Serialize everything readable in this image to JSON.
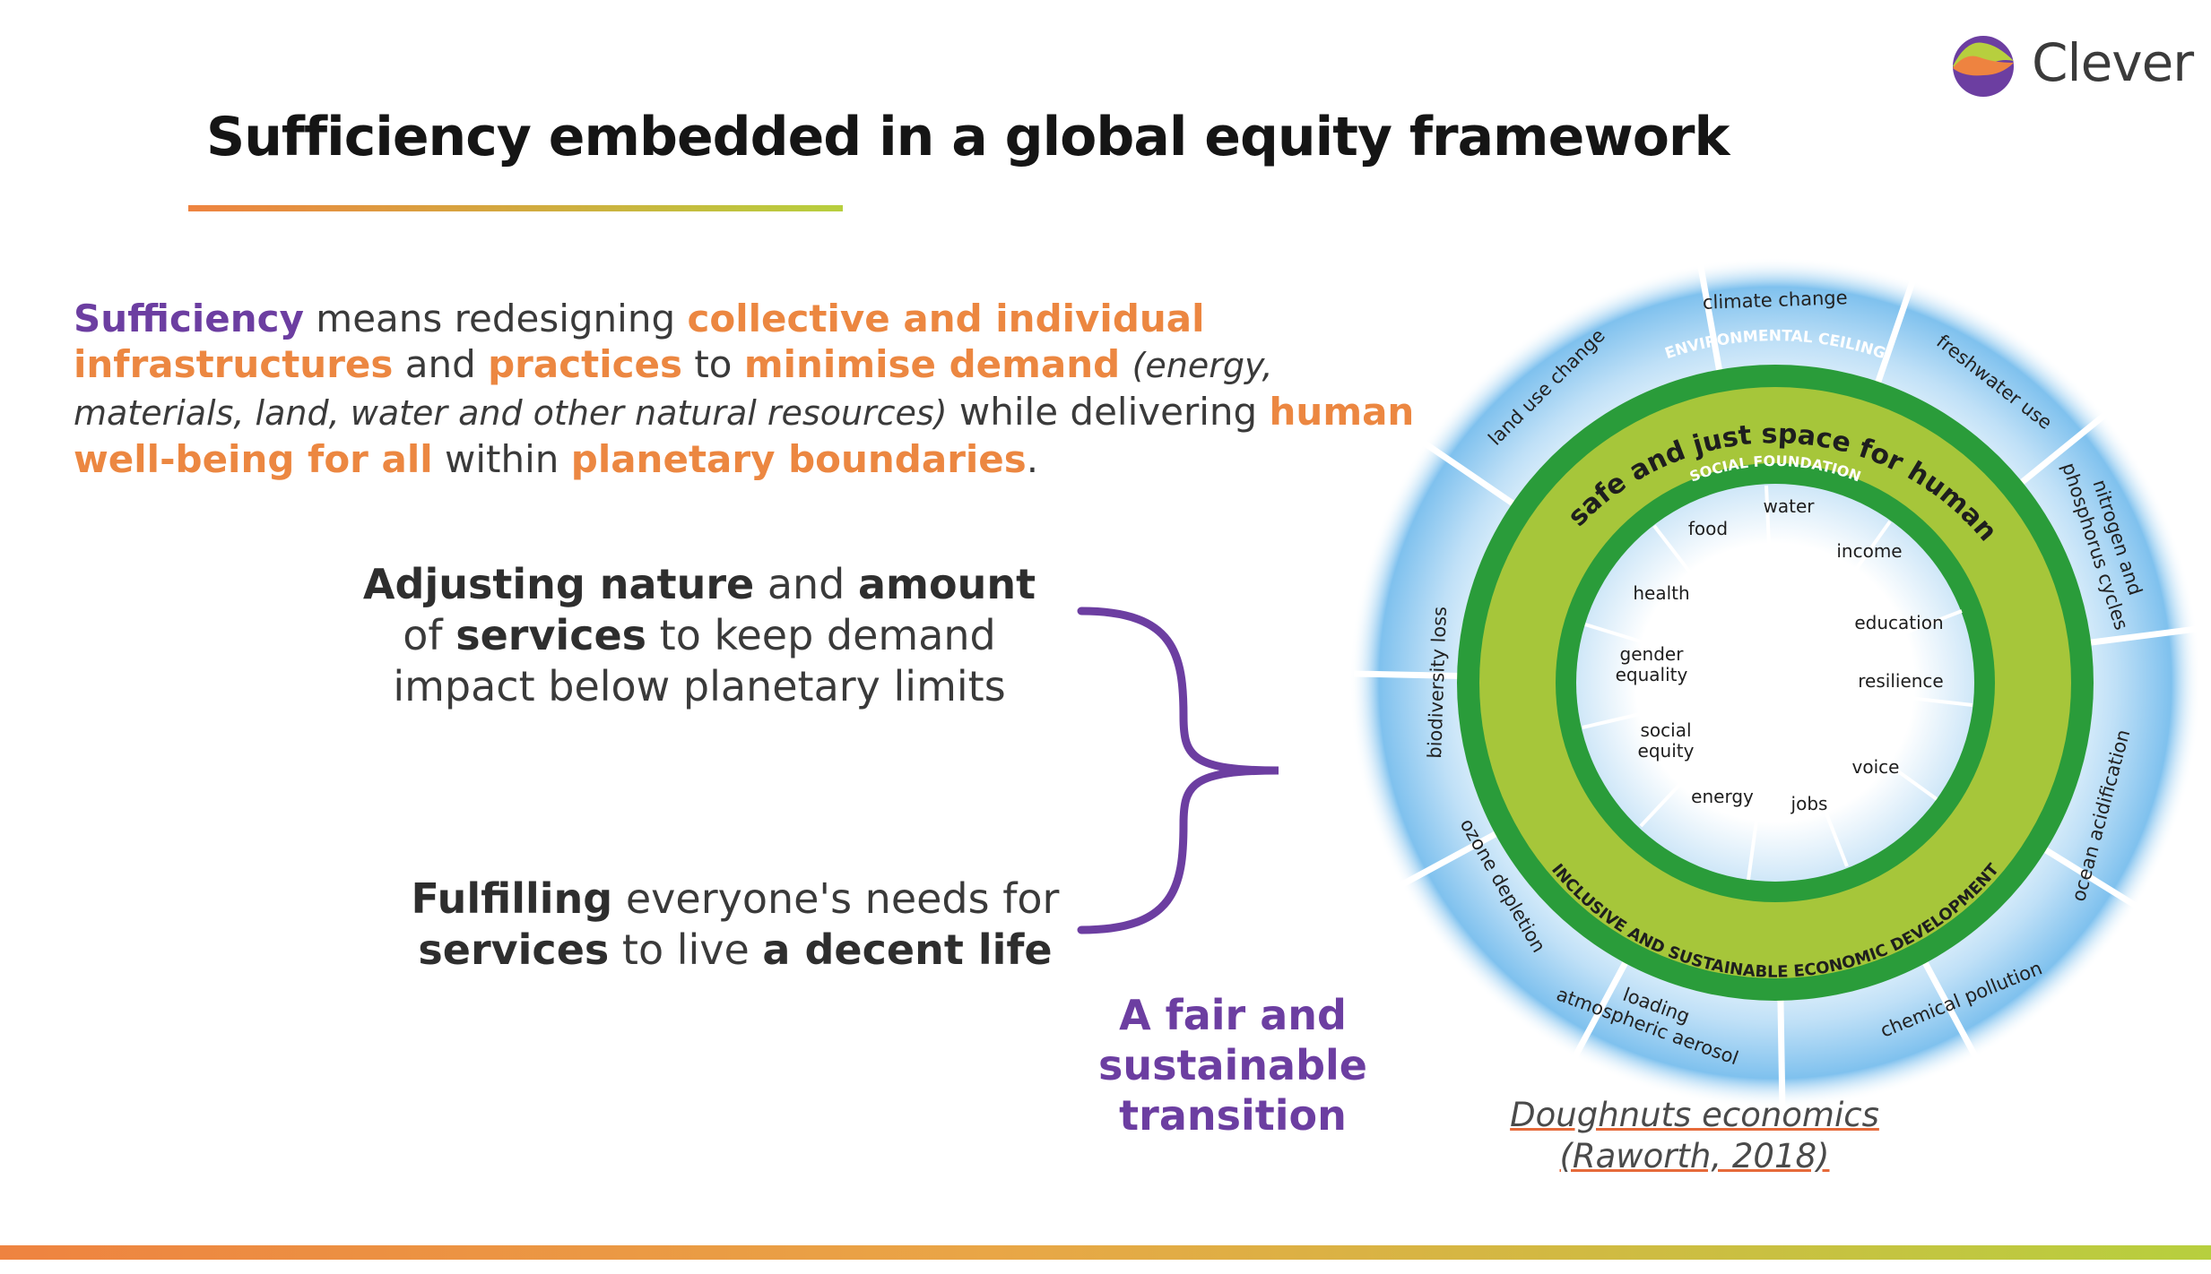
{
  "logo": {
    "name": "Clever",
    "colors": [
      "#ee8340",
      "#b7cf3e",
      "#6c3ea1"
    ]
  },
  "title": "Sufficiency embedded in a global equity framework",
  "definition": {
    "t1": "Sufficiency",
    "t2": " means redesigning ",
    "t3": "collective and individual infrastructures",
    "t4": " and ",
    "t5": "practices",
    "t6": " to ",
    "t7": "minimise demand",
    "t8": " ",
    "t9": "(energy, materials, land, water and other natural resources)",
    "t10": " while delivering ",
    "t11": "human well-being for all",
    "t12": " within ",
    "t13": "planetary boundaries",
    "t14": "."
  },
  "point1": {
    "a": "Adjusting nature",
    "b": " and ",
    "c": "amount",
    "d": "of ",
    "e": "services",
    "f": " to keep demand",
    "g": "impact below planetary limits"
  },
  "point2": {
    "a": "Fulfilling",
    "b": " everyone's needs for",
    "c": "services",
    "d": " to live ",
    "e": "a decent life"
  },
  "transition": {
    "l1": "A fair and",
    "l2": "sustainable",
    "l3": "transition"
  },
  "doughnut": {
    "ceiling_label": "ENVIRONMENTAL CEILING",
    "space_label": "the safe and just space for humanity",
    "foundation_label": "SOCIAL FOUNDATION",
    "development_label": "INCLUSIVE AND SUSTAINABLE ECONOMIC DEVELOPMENT",
    "outer": {
      "climate_change": "climate change",
      "freshwater_use": "freshwater use",
      "nitrogen1": "nitrogen and",
      "nitrogen2": "phosphorus cycles",
      "ocean": "ocean acidification",
      "chemical": "chemical pollution",
      "aerosol1": "atmospheric aerosol",
      "aerosol2": "loading",
      "ozone": "ozone depletion",
      "biodiversity": "biodiversity loss",
      "land_use": "land use change"
    },
    "inner": {
      "water": "water",
      "income": "income",
      "education": "education",
      "resilience": "resilience",
      "voice": "voice",
      "jobs": "jobs",
      "energy": "energy",
      "social_equity_1": "social",
      "social_equity_2": "equity",
      "gender_1": "gender",
      "gender_2": "equality",
      "health": "health",
      "food": "food"
    },
    "colors": {
      "glow": "#4fa9e6",
      "ring_dark": "#2a9c3a",
      "ring_light": "#a6c63a"
    }
  },
  "citation": {
    "l1": "Doughnuts economics",
    "l2": "(Raworth, 2018)"
  }
}
